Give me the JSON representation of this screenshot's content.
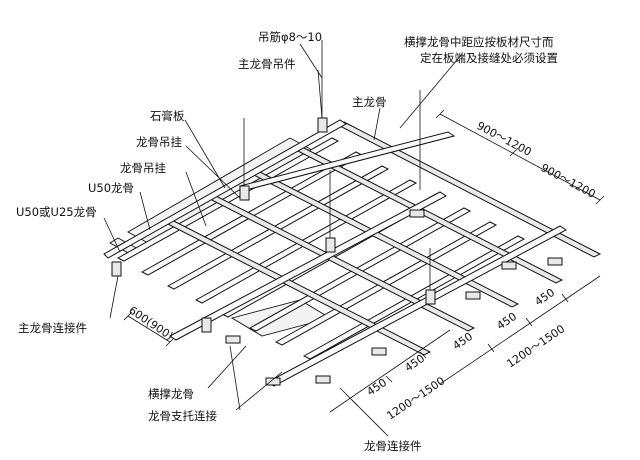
{
  "labels": {
    "hanger_bar": "吊筋φ8～10",
    "main_keel_hanger_piece": "主龙骨吊件",
    "cross_keel_note_line1": "横撑龙骨中距应按板材尺寸而",
    "cross_keel_note_line2": "定在板端及接缝处必须设置",
    "main_keel": "主龙骨",
    "gypsum_board": "石膏板",
    "keel_hanger_1": "龙骨吊挂",
    "keel_hanger_2": "龙骨吊挂",
    "u50_keel": "U50龙骨",
    "u50_or_u25_keel": "U50或U25龙骨",
    "main_keel_connector": "主龙骨连接件",
    "cross_brace_keel": "横撑龙骨",
    "keel_support_connection": "龙骨支托连接",
    "keel_connector": "龙骨连接件"
  },
  "dimensions": {
    "top_1": "900～1200",
    "top_2": "900～1200",
    "right_450_a": "450",
    "right_450_b": "450",
    "right_1200_1500": "1200～1500",
    "front_450_a": "450",
    "front_450_b": "450",
    "front_450_c": "450",
    "front_1200_1500": "1200～1500",
    "left_600_900": "600(900)"
  }
}
